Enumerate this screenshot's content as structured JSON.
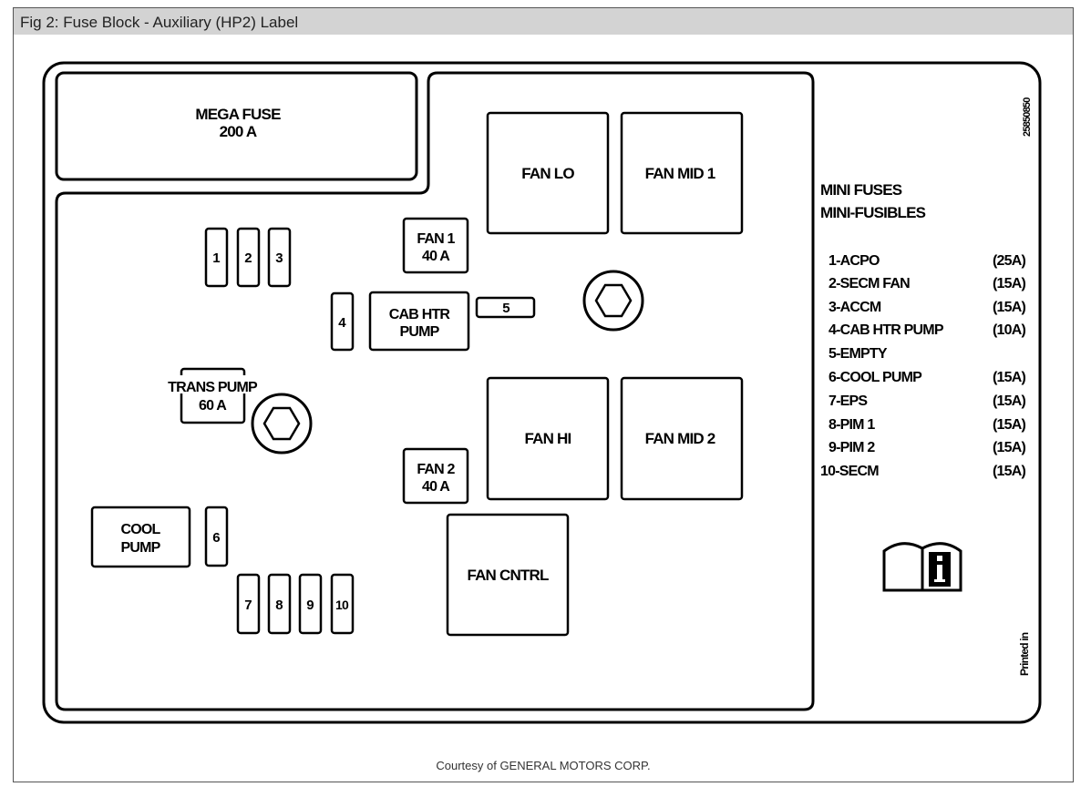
{
  "caption": "Fig 2: Fuse Block - Auxiliary (HP2) Label",
  "credit": "Courtesy of GENERAL MOTORS CORP.",
  "part_number": "25850850",
  "printed_in": "Printed in",
  "blocks": {
    "mega_fuse": [
      "MEGA FUSE",
      "200 A"
    ],
    "fan_lo": "FAN LO",
    "fan_mid_1": "FAN MID 1",
    "fan_hi": "FAN HI",
    "fan_mid_2": "FAN MID 2",
    "fan_1": [
      "FAN 1",
      "40 A"
    ],
    "fan_2": [
      "FAN 2",
      "40 A"
    ],
    "cab_htr_pump": [
      "CAB HTR",
      "PUMP"
    ],
    "trans_pump": [
      "TRANS PUMP",
      "60 A"
    ],
    "cool_pump": [
      "COOL",
      "PUMP"
    ],
    "fan_cntrl": "FAN CNTRL"
  },
  "mini_fuses": {
    "f1": "1",
    "f2": "2",
    "f3": "3",
    "f4": "4",
    "f5": "5",
    "f6": "6",
    "f7": "7",
    "f8": "8",
    "f9": "9",
    "f10": "10"
  },
  "legend": {
    "title_1": "MINI FUSES",
    "title_2": "MINI-FUSIBLES",
    "items": [
      {
        "name": "1-ACPO",
        "rating": "(25A)"
      },
      {
        "name": "2-SECM FAN",
        "rating": "(15A)"
      },
      {
        "name": "3-ACCM",
        "rating": "(15A)"
      },
      {
        "name": "4-CAB HTR PUMP",
        "rating": "(10A)"
      },
      {
        "name": "5-EMPTY",
        "rating": ""
      },
      {
        "name": "6-COOL PUMP",
        "rating": "(15A)"
      },
      {
        "name": "7-EPS",
        "rating": "(15A)"
      },
      {
        "name": "8-PIM 1",
        "rating": "(15A)"
      },
      {
        "name": "9-PIM 2",
        "rating": "(15A)"
      },
      {
        "name": "10-SECM",
        "rating": "(15A)"
      }
    ]
  },
  "icons": {
    "manual": "owner-manual-info-icon",
    "stud": "hex-bolt-icon"
  }
}
